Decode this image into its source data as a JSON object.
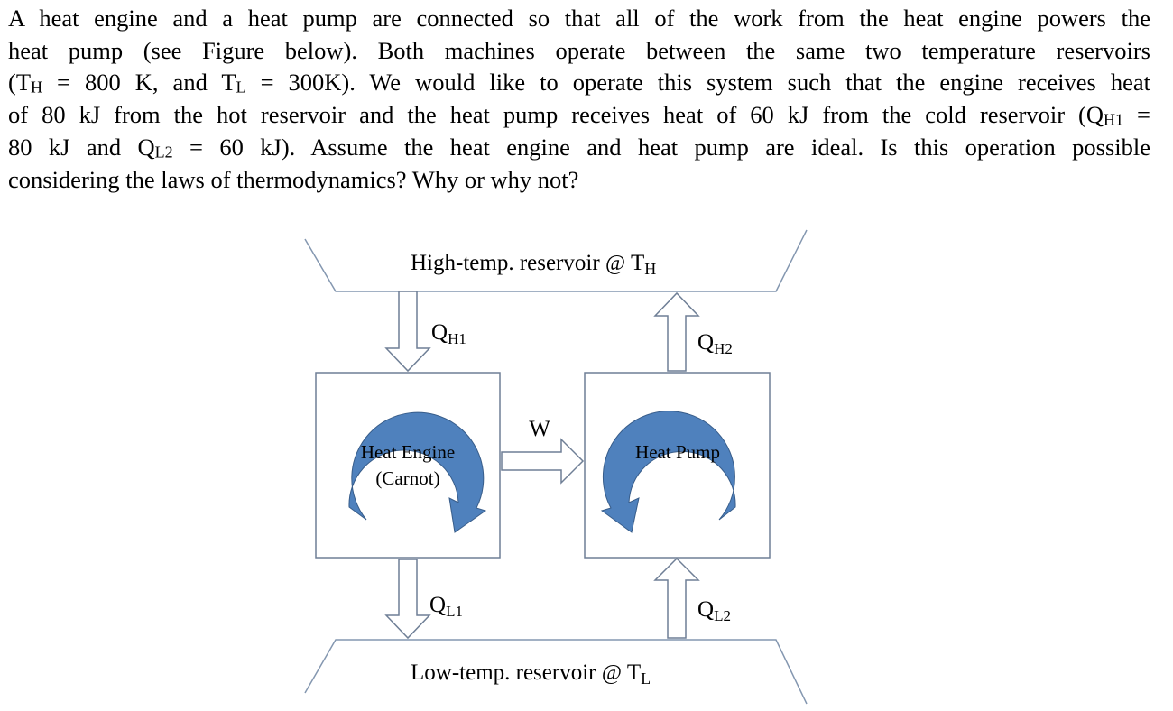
{
  "problem": {
    "lines": [
      [
        "A heat engine and a heat pump are connected so that all of the work from the heat engine powers the"
      ],
      [
        "heat pump (see Figure below). Both machines operate between the same two temperature reservoirs"
      ],
      [
        "(T",
        "H",
        " = 800 K, and T",
        "L",
        " = 300K). We would like to operate this system such that the engine receives heat"
      ],
      [
        "of 80 kJ from the hot reservoir and the heat pump receives heat of 60 kJ from the cold reservoir (Q",
        "H1",
        " ="
      ],
      [
        "80 kJ and Q",
        "L2",
        " = 60 kJ). Assume the heat engine and heat pump are ideal. Is this operation possible"
      ],
      [
        "considering the laws of thermodynamics? Why or why not?"
      ]
    ]
  },
  "diagram": {
    "hot_reservoir": {
      "label": "High-temp. reservoir ",
      "at": "@",
      "sym": "T",
      "sub": "H"
    },
    "cold_reservoir": {
      "label": "Low-temp. reservoir ",
      "at": "@",
      "sym": "T",
      "sub": "L"
    },
    "heat_engine": {
      "line1": "Heat Engine",
      "line2": "(Carnot)"
    },
    "heat_pump": {
      "line1": "Heat Pump"
    },
    "work": "W",
    "qh1": {
      "sym": "Q",
      "sub": "H1"
    },
    "qh2": {
      "sym": "Q",
      "sub": "H2"
    },
    "ql1": {
      "sym": "Q",
      "sub": "L1"
    },
    "ql2": {
      "sym": "Q",
      "sub": "L2"
    },
    "colors": {
      "cycle_fill": "#4f81bd",
      "cycle_stroke": "#385d8a",
      "line": "#8497b0",
      "arrow_stroke": "#6f7f96"
    }
  }
}
